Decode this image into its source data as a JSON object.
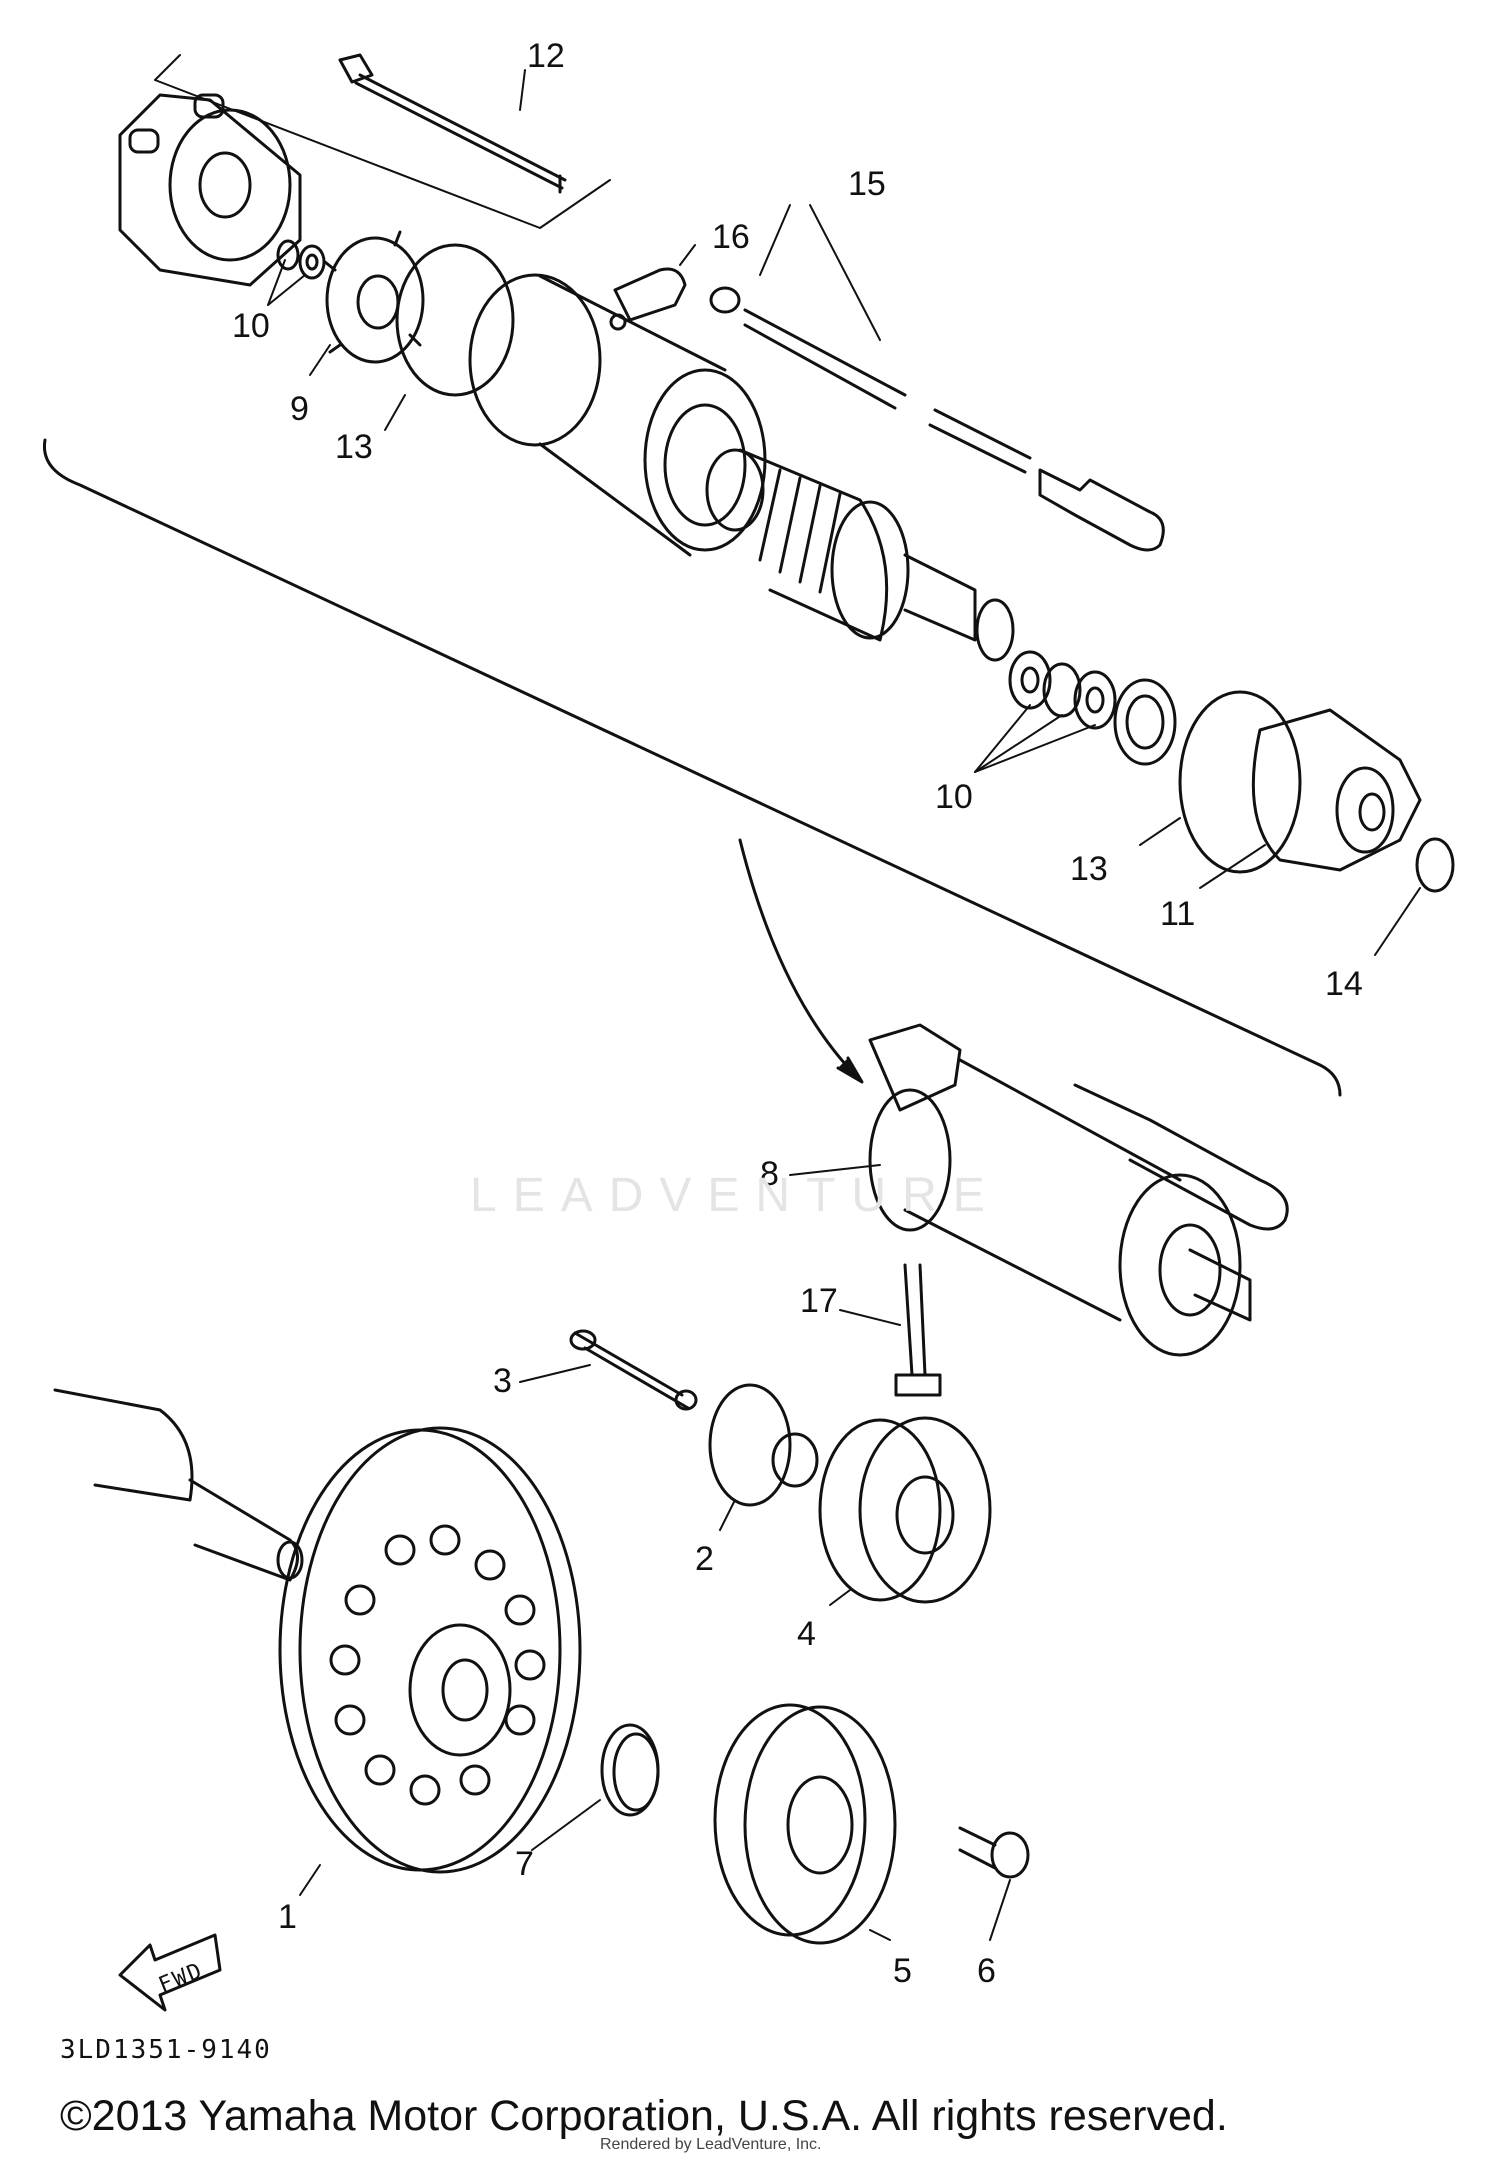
{
  "diagram": {
    "callouts": [
      {
        "id": "12",
        "text": "12"
      },
      {
        "id": "15",
        "text": "15"
      },
      {
        "id": "16",
        "text": "16"
      },
      {
        "id": "10a",
        "text": "10"
      },
      {
        "id": "9",
        "text": "9"
      },
      {
        "id": "13a",
        "text": "13"
      },
      {
        "id": "10b",
        "text": "10"
      },
      {
        "id": "13b",
        "text": "13"
      },
      {
        "id": "11",
        "text": "11"
      },
      {
        "id": "14",
        "text": "14"
      },
      {
        "id": "8",
        "text": "8"
      },
      {
        "id": "17",
        "text": "17"
      },
      {
        "id": "3",
        "text": "3"
      },
      {
        "id": "2",
        "text": "2"
      },
      {
        "id": "4",
        "text": "4"
      },
      {
        "id": "7",
        "text": "7"
      },
      {
        "id": "1",
        "text": "1"
      },
      {
        "id": "5",
        "text": "5"
      },
      {
        "id": "6",
        "text": "6"
      }
    ],
    "fwd_label": "FWD",
    "part_code": "3LD1351-9140"
  },
  "watermark": "LEADVENTURE",
  "footer": {
    "copyright": "©2013 Yamaha Motor Corporation, U.S.A. All rights reserved.",
    "rendered_by": "Rendered by LeadVenture, Inc."
  }
}
